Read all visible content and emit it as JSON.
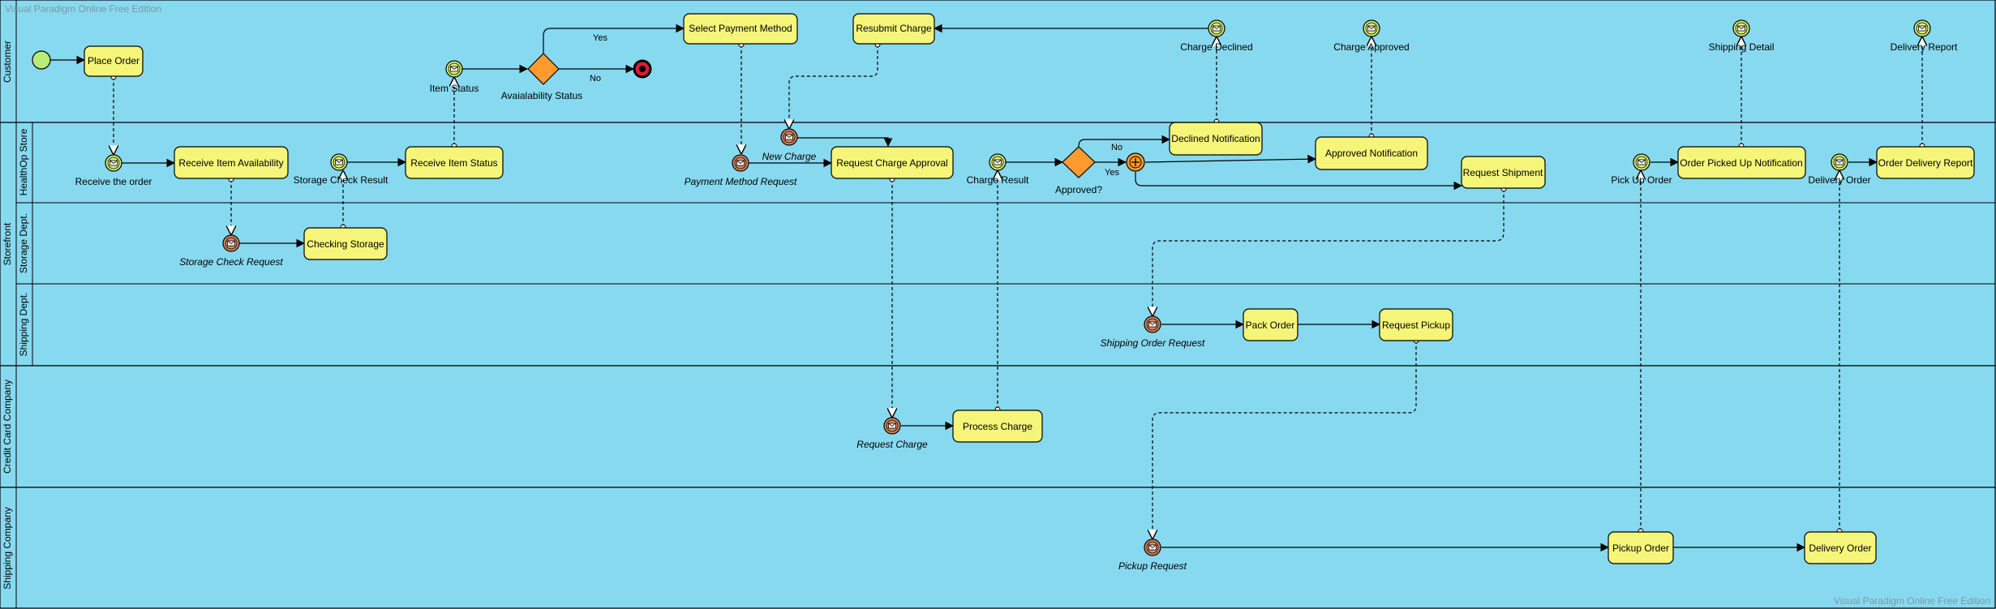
{
  "watermark": "Visual Paradigm Online Free Edition",
  "pools": {
    "customer": "Customer",
    "storefront": "Storefront",
    "credit_card_company": "Credit Card Company",
    "shipping_company": "Shipping Company"
  },
  "lanes": {
    "healthop_store": "HealthOp Store",
    "storage_dept": "Storage Dept.",
    "shipping_dept": "Shipping Dept."
  },
  "tasks": {
    "place_order": "Place Order",
    "select_payment_method": "Select Payment Method",
    "resubmit_charge": "Resubmit Charge",
    "receive_item_availability": "Receive Item Availability",
    "receive_item_status": "Receive Item Status",
    "request_charge_approval": "Request Charge Approval",
    "declined_notification": "Declined Notification",
    "approved_notification": "Approved Notification",
    "request_shipment": "Request Shipment",
    "order_picked_up_notification": "Order Picked Up Notification",
    "order_delivery_report": "Order Delivery Report",
    "checking_storage": "Checking Storage",
    "pack_order": "Pack Order",
    "request_pickup": "Request Pickup",
    "process_charge": "Process Charge",
    "pickup_order": "Pickup Order",
    "delivery_order": "Delivery Order"
  },
  "events": {
    "item_status": "Item Status",
    "charge_declined": "Charge Declined",
    "charge_approved": "Charge Approved",
    "shipping_detail": "Shipping Detail",
    "delivery_report": "Delivery Report",
    "receive_the_order": "Receive the order",
    "storage_check_result": "Storage Check Result",
    "new_charge": "New Charge",
    "payment_method_request": "Payment Method Request",
    "charge_result": "Charge Result",
    "pick_up_order": "Pick Up Order",
    "delivery_order": "Delivery Order",
    "storage_check_request": "Storage Check Request",
    "shipping_order_request": "Shipping Order Request",
    "request_charge": "Request Charge",
    "pickup_request": "Pickup Request"
  },
  "gateways": {
    "availability_status": "Avaialability Status",
    "approved": "Approved?"
  },
  "flow_labels": {
    "yes": "Yes",
    "no": "No"
  },
  "colors": {
    "background": "#87d9ef",
    "task_fill": "#f5f57a",
    "gateway_fill": "#ff9a2e",
    "catch_event_fill": "#d8f07a",
    "start_event_fill": "#b9ec74",
    "start_message_fill": "#d9885f",
    "border": "#000000"
  }
}
